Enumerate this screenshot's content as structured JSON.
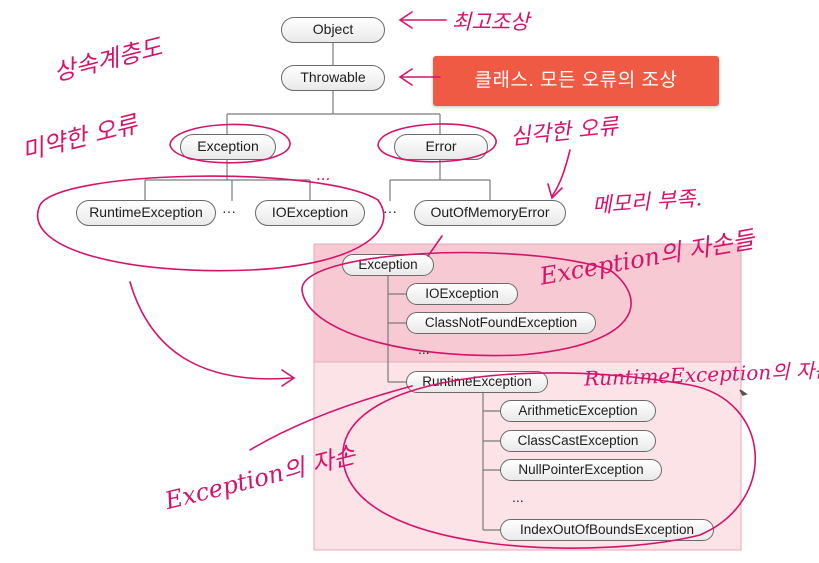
{
  "hierarchy": {
    "object": "Object",
    "throwable": "Throwable",
    "exception": "Exception",
    "error": "Error",
    "runtime_exception": "RuntimeException",
    "ellipsis_1": "···",
    "io_exception": "IOException",
    "ellipsis_2": "···",
    "out_of_memory_error": "OutOfMemoryError"
  },
  "detail": {
    "exception": "Exception",
    "io_exception": "IOException",
    "class_not_found": "ClassNotFoundException",
    "ellipsis_a": "...",
    "runtime_exception": "RuntimeException",
    "arithmetic": "ArithmeticException",
    "class_cast": "ClassCastException",
    "null_pointer": "NullPointerException",
    "ellipsis_b": "...",
    "index_out_of_bounds": "IndexOutOfBoundsException"
  },
  "banner_text": "클래스. 모든 오류의 조상",
  "colors": {
    "handwriting": "#d6136a",
    "banner": "#ef5a45",
    "panel_top": "#f6c9d3",
    "panel_bottom": "#fbe3e8"
  },
  "handwritten": {
    "top_ancestor": "최고조상",
    "inheritance": "상속계층도",
    "minor_error": "미약한 오류",
    "serious_error": "심각한 오류",
    "memory_shortage": "메모리 부족.",
    "exception_children": "Exception의 자손들",
    "runtime_children": "RuntimeException의 자손들",
    "exception_descendant": "Exception의 자손",
    "unreadable_note": "..."
  }
}
